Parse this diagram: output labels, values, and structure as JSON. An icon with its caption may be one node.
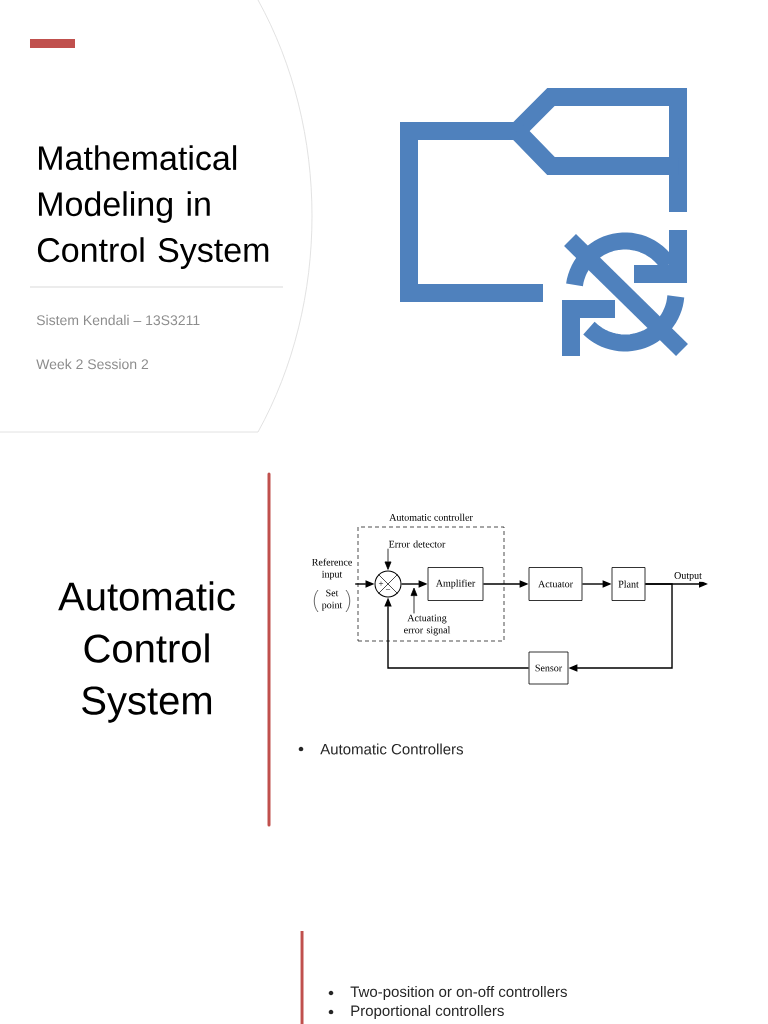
{
  "diagram": {
    "title": "Mathematical Modeling in Control System",
    "nodes": [
      {
        "text": [
          "Reference input",
          "Set point"
        ]
      },
      {
        "text": [
          "Automatic controller"
        ]
      },
      {
        "text": [
          "Error detector"
        ],
        "in": 1
      },
      {
        "text": [
          "+",
          "−"
        ],
        "in": 1
      },
      {
        "text": [
          "Amplifier"
        ],
        "in": 1
      },
      {
        "text": [
          "Actuating error signal"
        ],
        "in": 1
      },
      {
        "text": [
          "Actuator"
        ]
      },
      {
        "text": [
          "Plant"
        ]
      },
      {
        "text": [
          "Sensor"
        ]
      }
    ],
    "edges": [
      {
        "from": 0,
        "to": 3,
        "arrow": "to"
      },
      {
        "from": 2,
        "to": 3,
        "arrow": "to"
      },
      {
        "from": 3,
        "to": 4,
        "arrow": "to"
      },
      {
        "from": 5,
        "to": null,
        "arrow": "to"
      },
      {
        "from": 4,
        "to": 6,
        "arrow": "to"
      },
      {
        "from": 6,
        "to": 7,
        "arrow": "to"
      },
      {
        "from": 7,
        "to": null,
        "arrow": "to",
        "label": "Output"
      },
      {
        "from": 7,
        "to": 8,
        "arrow": "to"
      },
      {
        "from": 8,
        "to": 3,
        "arrow": "to"
      }
    ],
    "labels": [
      "Sistem Kendali – 13S3211",
      "Week 2 Session 2",
      "Automatic Control System",
      "Automatic Controllers",
      "Two-position or on-off controllers",
      "Proportional controllers"
    ]
  }
}
